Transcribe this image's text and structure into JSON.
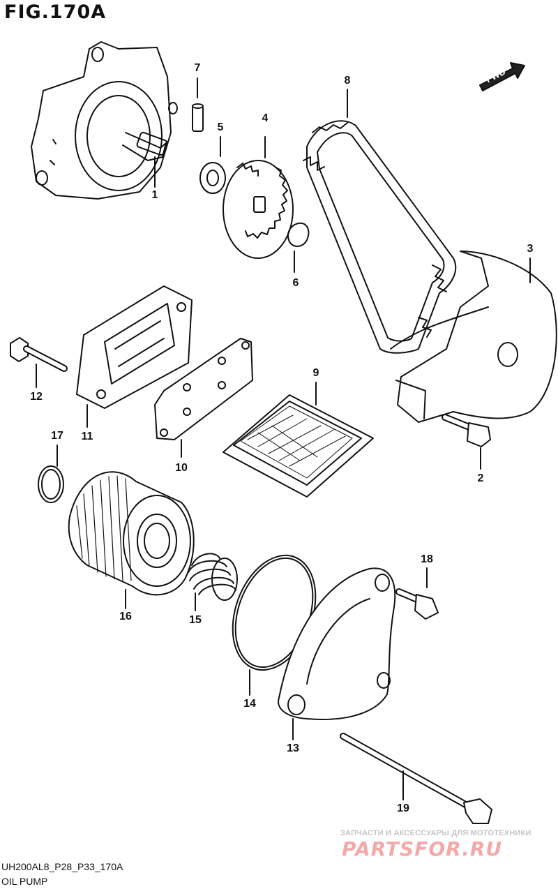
{
  "figure": {
    "title": "FIG.170A",
    "direction_label": "FWD"
  },
  "callouts": [
    {
      "id": "1",
      "label": "1"
    },
    {
      "id": "2",
      "label": "2"
    },
    {
      "id": "3",
      "label": "3"
    },
    {
      "id": "4",
      "label": "4"
    },
    {
      "id": "5",
      "label": "5"
    },
    {
      "id": "6",
      "label": "6"
    },
    {
      "id": "7",
      "label": "7"
    },
    {
      "id": "8",
      "label": "8"
    },
    {
      "id": "9",
      "label": "9"
    },
    {
      "id": "10",
      "label": "10"
    },
    {
      "id": "11",
      "label": "11"
    },
    {
      "id": "12",
      "label": "12"
    },
    {
      "id": "13",
      "label": "13"
    },
    {
      "id": "14",
      "label": "14"
    },
    {
      "id": "15",
      "label": "15"
    },
    {
      "id": "16",
      "label": "16"
    },
    {
      "id": "17",
      "label": "17"
    },
    {
      "id": "18",
      "label": "18"
    },
    {
      "id": "19",
      "label": "19"
    }
  ],
  "footer": {
    "code": "UH200AL8_P28_P33_170A",
    "name": "OIL PUMP"
  },
  "watermark": {
    "tagline": "ЗАПЧАСТИ И АКСЕССУАРЫ ДЛЯ МОТОТЕХНИКИ",
    "logo": "PARTSFOR.RU"
  },
  "colors": {
    "line": "#111111",
    "watermark_logo": "#f1a9a9",
    "watermark_text": "#c4c4c4"
  }
}
